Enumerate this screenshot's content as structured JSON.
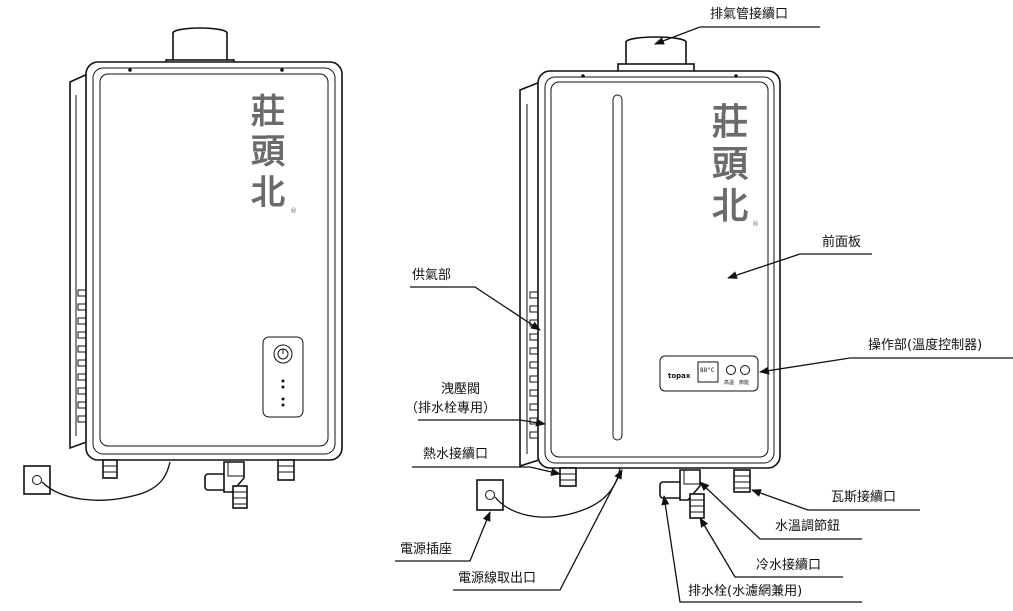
{
  "brand": {
    "chars": [
      "莊",
      "頭",
      "北"
    ],
    "registered_mark": "®",
    "panel_logo": "topax"
  },
  "control_panel": {
    "display_text": "88°C",
    "button_labels": [
      "高溫",
      "節能"
    ]
  },
  "labels": {
    "exhaust_port": "排氣管接續口",
    "front_panel": "前面板",
    "gas_supply": "供氣部",
    "control_unit": "操作部(溫度控制器)",
    "relief_valve_line1": "洩壓閥",
    "relief_valve_line2": "（排水栓專用）",
    "hot_water_port": "熱水接續口",
    "gas_port": "瓦斯接續口",
    "temp_knob": "水溫調節鈕",
    "power_socket": "電源插座",
    "cold_water_port": "冷水接續口",
    "cord_outlet": "電源線取出口",
    "drain_plug": "排水栓(水濾網兼用)"
  },
  "colors": {
    "line": "#111111",
    "brand_text": "#6b6b6b"
  }
}
